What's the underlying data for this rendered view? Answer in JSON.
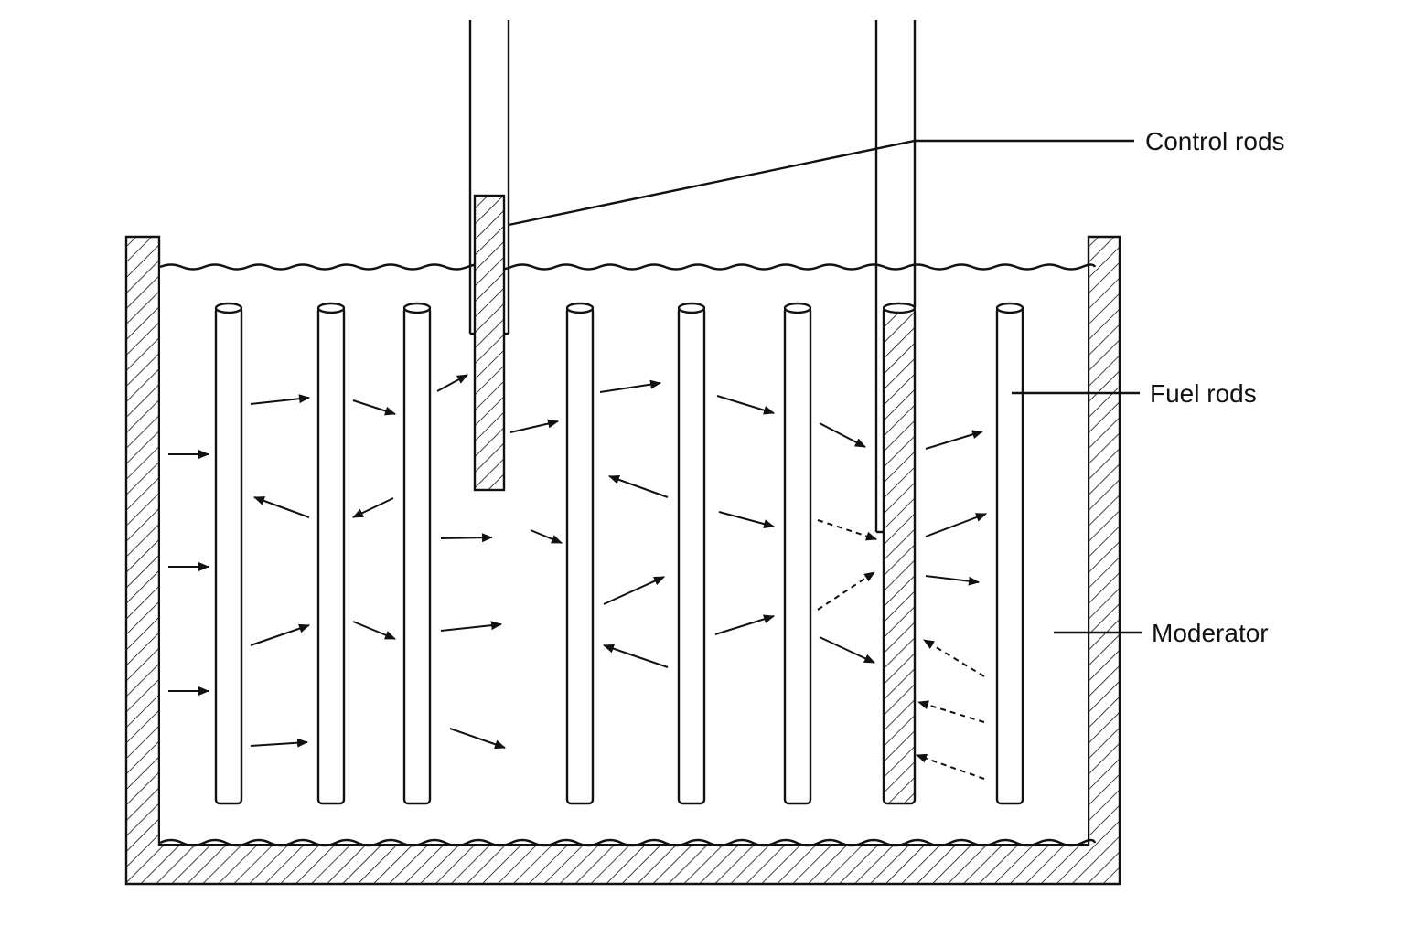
{
  "labels": {
    "control_rods": "Control rods",
    "fuel_rods": "Fuel rods",
    "moderator": "Moderator"
  },
  "colors": {
    "line": "#111111",
    "background": "#ffffff"
  }
}
